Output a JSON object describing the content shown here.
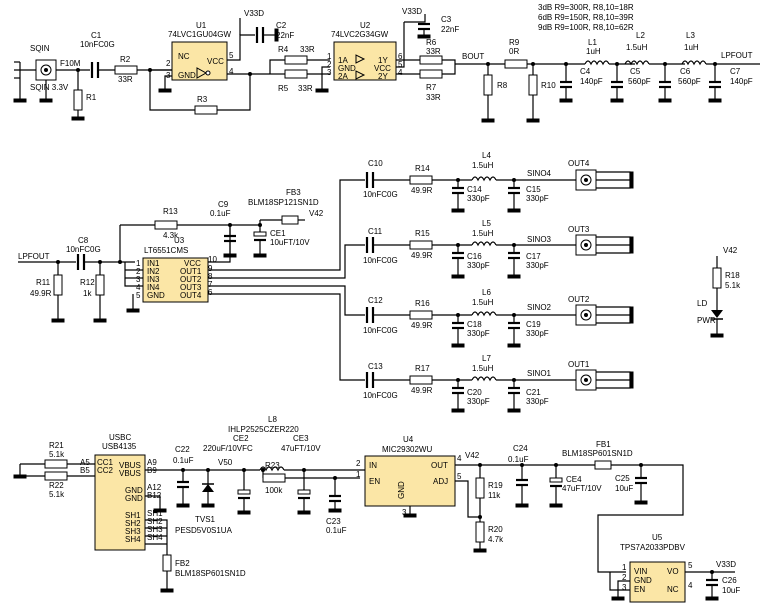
{
  "labels": {
    "u1_ref": "U1",
    "u1_part": "74LVC1GU04GW",
    "u1_p1": "NC",
    "u1_p2": "GND",
    "u1_p3": "VCC",
    "u1_n1": "2",
    "u1_n2": "3",
    "u1_n3": "4",
    "u1_n4": "5",
    "v33d_a": "V33D",
    "c2_ref": "C2",
    "c2_val": "22nF",
    "v33d_b": "V33D",
    "c3_ref": "C3",
    "c3_val": "22nF",
    "u2_ref": "U2",
    "u2_part": "74LVC2G34GW",
    "u2_p1": "1A",
    "u2_p2": "GND",
    "u2_p3": "2A",
    "u2_p4": "1Y",
    "u2_p5": "VCC",
    "u2_p6": "2Y",
    "u2_n1": "1",
    "u2_n2": "2",
    "u2_n3": "3",
    "u2_n4": "6",
    "u2_n5": "5",
    "u2_n6": "4",
    "sqin": "SQIN",
    "sqin_part": "SQIN 3.3V",
    "f10m": "F10M",
    "c1_ref": "C1",
    "c1_val": "10nFC0G",
    "r1": "R1",
    "r2_ref": "R2",
    "r2_val": "33R",
    "r3": "R3",
    "r4_ref": "R4",
    "r4_val": "33R",
    "r5_ref": "R5",
    "r5_val": "33R",
    "r6_ref": "R6",
    "r6_val": "33R",
    "r7_ref": "R7",
    "r7_val": "33R",
    "bout": "BOUT",
    "r8": "R8",
    "r9_ref": "R9",
    "r9_val": "0R",
    "r10": "R10",
    "note1": "3dB R9=300R, R8,10=18R",
    "note2": "6dB R9=150R, R8,10=39R",
    "note3": "9dB R9=100R, R8,10=62R",
    "l1_ref": "L1",
    "l1_val": "1uH",
    "l2_ref": "L2",
    "l2_val": "1.5uH",
    "l3_ref": "L3",
    "l3_val": "1uH",
    "c4_ref": "C4",
    "c4_val": "140pF",
    "c5_ref": "C5",
    "c5_val": "560pF",
    "c6_ref": "C6",
    "c6_val": "560pF",
    "c7_ref": "C7",
    "c7_val": "140pF",
    "lpfout_a": "LPFOUT",
    "lpfout_b": "LPFOUT",
    "fb3_ref": "FB3",
    "fb3_part": "BLM18SP121SN1D",
    "v42_a": "V42",
    "r13_ref": "R13",
    "r13_val": "4.3k",
    "c9_ref": "C9",
    "c9_val": "0.1uF",
    "ce1_ref": "CE1",
    "ce1_val": "10uFT/10V",
    "c8_ref": "C8",
    "c8_val": "10nFC0G",
    "r11_ref": "R11",
    "r11_val": "49.9R",
    "r12_ref": "R12",
    "r12_val": "1k",
    "u3_ref": "U3",
    "u3_part": "LT6551CMS",
    "u3_in1": "IN1",
    "u3_in2": "IN2",
    "u3_in3": "IN3",
    "u3_in4": "IN4",
    "u3_gnd": "GND",
    "u3_vcc": "VCC",
    "u3_o1": "OUT1",
    "u3_o2": "OUT2",
    "u3_o3": "OUT3",
    "u3_o4": "OUT4",
    "u3_n1": "1",
    "u3_n2": "2",
    "u3_n3": "3",
    "u3_n4": "4",
    "u3_n5": "5",
    "u3_n10": "10",
    "u3_n9": "9",
    "u3_n8": "8",
    "u3_n7": "7",
    "u3_n6": "6",
    "c10_ref": "C10",
    "c10_val": "10nFC0G",
    "r14_ref": "R14",
    "r14_val": "49.9R",
    "l4_ref": "L4",
    "l4_val": "1.5uH",
    "c14_ref": "C14",
    "c14_val": "330pF",
    "c15_ref": "C15",
    "c15_val": "330pF",
    "sino4": "SINO4",
    "out4": "OUT4",
    "c11_ref": "C11",
    "c11_val": "10nFC0G",
    "r15_ref": "R15",
    "r15_val": "49.9R",
    "l5_ref": "L5",
    "l5_val": "1.5uH",
    "c16_ref": "C16",
    "c16_val": "330pF",
    "c17_ref": "C17",
    "c17_val": "330pF",
    "sino3": "SINO3",
    "out3": "OUT3",
    "c12_ref": "C12",
    "c12_val": "10nFC0G",
    "r16_ref": "R16",
    "r16_val": "49.9R",
    "l6_ref": "L6",
    "l6_val": "1.5uH",
    "c18_ref": "C18",
    "c18_val": "330pF",
    "c19_ref": "C19",
    "c19_val": "330pF",
    "sino2": "SINO2",
    "out2": "OUT2",
    "c13_ref": "C13",
    "c13_val": "10nFC0G",
    "r17_ref": "R17",
    "r17_val": "49.9R",
    "l7_ref": "L7",
    "l7_val": "1.5uH",
    "c20_ref": "C20",
    "c20_val": "330pF",
    "c21_ref": "C21",
    "c21_val": "330pF",
    "sino1": "SINO1",
    "out1": "OUT1",
    "v42_b": "V42",
    "r18_ref": "R18",
    "r18_val": "5.1k",
    "ld": "LD",
    "pwr": "PWR",
    "usbc": "USBC",
    "usb_part": "USB4135",
    "usb_a5": "A5",
    "usb_b5": "B5",
    "usb_cc1": "CC1",
    "usb_cc2": "CC2",
    "usb_vbus1": "VBUS",
    "usb_vbus2": "VBUS",
    "usb_a9": "A9",
    "usb_b9": "B9",
    "usb_gnd1": "GND",
    "usb_gnd2": "GND",
    "usb_a12": "A12",
    "usb_b12": "B12",
    "usb_sh1": "SH1",
    "usb_sh2": "SH2",
    "usb_sh3": "SH3",
    "usb_sh4": "SH4",
    "usb_sh1b": "SH1",
    "usb_sh2b": "SH2",
    "usb_sh3b": "SH3",
    "usb_sh4b": "SH4",
    "r21_ref": "R21",
    "r21_val": "5.1k",
    "r22_ref": "R22",
    "r22_val": "5.1k",
    "c22_ref": "C22",
    "c22_val": "0.1uF",
    "tvs1_ref": "TVS1",
    "tvs1_part": "PESD5V0S1UA",
    "fb2_ref": "FB2",
    "fb2_part": "BLM18SP601SN1D",
    "l8_ref": "L8",
    "l8_part": "IHLP2525CZER220",
    "ce2_ref": "CE2",
    "ce2_val": "220uF/10VFC",
    "v50": "V50",
    "r23_ref": "R23",
    "r23_val": "100k",
    "ce3_ref": "CE3",
    "ce3_val": "47uFT/10V",
    "c23_ref": "C23",
    "c23_val": "0.1uF",
    "u4_ref": "U4",
    "u4_part": "MIC29302WU",
    "u4_in": "IN",
    "u4_en": "EN",
    "u4_out": "OUT",
    "u4_adj": "ADJ",
    "u4_gnd": "GND",
    "u4_n2": "2",
    "u4_n1": "1",
    "u4_n4": "4",
    "u4_n5": "5",
    "u4_n3": "3",
    "v42_c": "V42",
    "r19_ref": "R19",
    "r19_val": "11k",
    "r20_ref": "R20",
    "r20_val": "4.7k",
    "c24_ref": "C24",
    "c24_val": "0.1uF",
    "ce4_ref": "CE4",
    "ce4_val": "47uFT/10V",
    "fb1_ref": "FB1",
    "fb1_part": "BLM18SP601SN1D",
    "c25_ref": "C25",
    "c25_val": "10uF",
    "u5_ref": "U5",
    "u5_part": "TPS7A2033PDBV",
    "u5_vin": "VIN",
    "u5_gnd": "GND",
    "u5_en": "EN",
    "u5_vo": "VO",
    "u5_nc": "NC",
    "u5_n1": "1",
    "u5_n2": "2",
    "u5_n3": "3",
    "u5_n5": "5",
    "u5_n4": "4",
    "v33d_c": "V33D",
    "c26_ref": "C26",
    "c26_val": "10uF"
  }
}
